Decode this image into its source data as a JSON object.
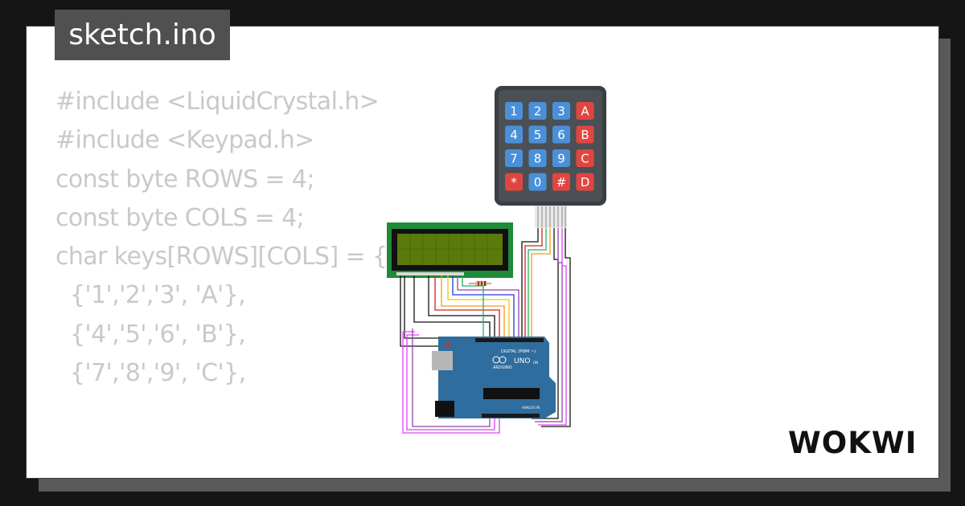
{
  "title": "sketch.ino",
  "code_lines": [
    "#include <LiquidCrystal.h>",
    "#include <Keypad.h>",
    "",
    "const byte ROWS = 4;",
    "const byte COLS = 4;",
    "",
    "char keys[ROWS][COLS] = {",
    "",
    "  {'1','2','3', 'A'},",
    "  {'4','5','6', 'B'},",
    "  {'7','8','9', 'C'},"
  ],
  "keypad_keys": [
    [
      "1",
      "2",
      "3",
      "A"
    ],
    [
      "4",
      "5",
      "6",
      "B"
    ],
    [
      "7",
      "8",
      "9",
      "C"
    ],
    [
      "*",
      "0",
      "#",
      "D"
    ]
  ],
  "board_labels": {
    "digital": "DIGITAL (PWM ~)",
    "brand": "ARDUINO",
    "model": "UNO",
    "on": "ON",
    "analog": "ANALOG IN"
  },
  "brand_logo": "WOKWI",
  "colors": {
    "keypad_blue": "#4a90d9",
    "keypad_red": "#e0463f",
    "lcd_green": "#1f8a3a",
    "lcd_screen": "#5b7a0c",
    "arduino_blue": "#2f6d9e",
    "wire_magenta": "#e040fb",
    "wire_purple": "#8e44ad",
    "wire_orange": "#f39c12",
    "wire_yellow": "#f1c40f",
    "wire_blue": "#1f3bd6",
    "wire_green": "#27ae60",
    "wire_red": "#d62020",
    "wire_black": "#111111"
  }
}
